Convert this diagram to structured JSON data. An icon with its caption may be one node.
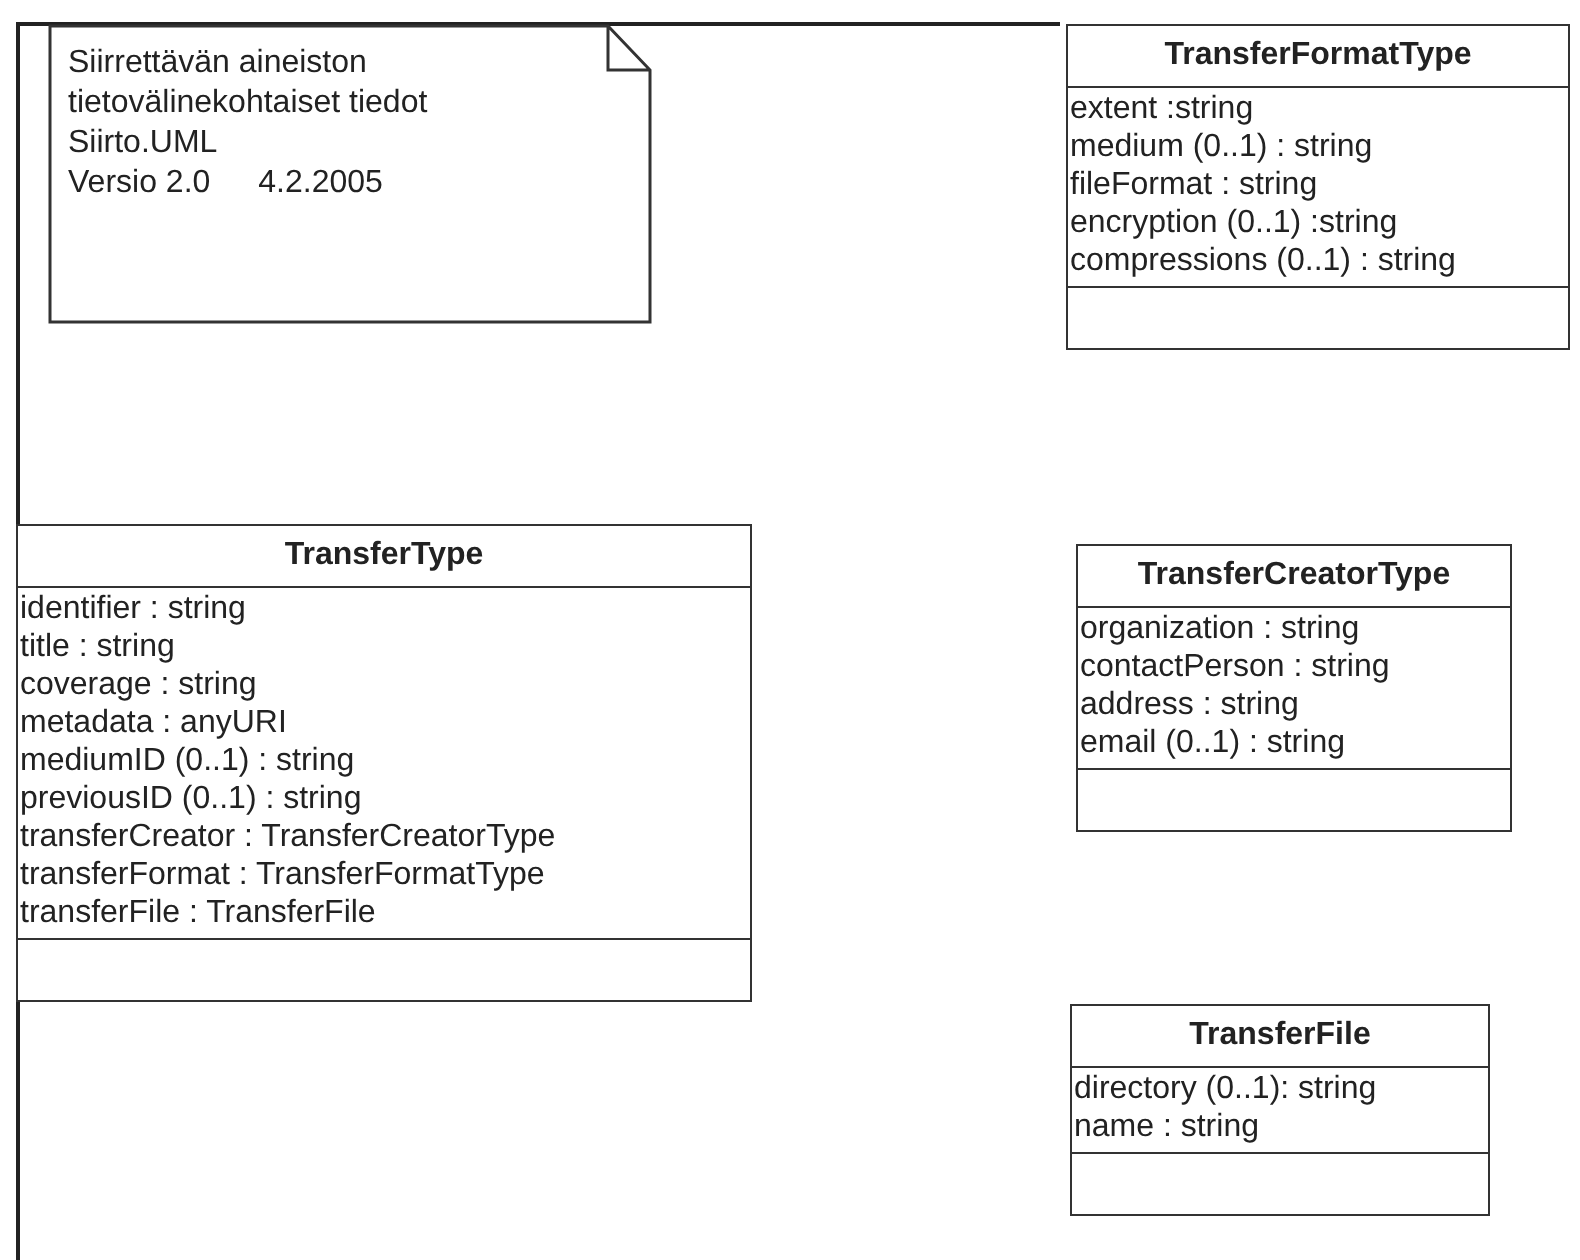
{
  "diagram": {
    "nodes": [
      {
        "text": [
          "Siirrettävän aineiston tietovälinekohtaiset tiedot",
          "Siirto.UML",
          "Versio 2.0",
          "4.2.2005"
        ]
      },
      {
        "text": [
          "TransferFormatType",
          "extent :string",
          "medium (0..1) : string",
          "fileFormat : string",
          "encryption (0..1) :string",
          "compressions (0..1) : string"
        ]
      },
      {
        "text": [
          "TransferType",
          "identifier : string",
          "title : string",
          "coverage : string",
          "metadata : anyURI",
          "mediumID (0..1) : string",
          "previousID (0..1) : string",
          "transferCreator : TransferCreatorType",
          "transferFormat : TransferFormatType",
          "transferFile : TransferFile"
        ]
      },
      {
        "text": [
          "TransferCreatorType",
          "organization : string",
          "contactPerson : string",
          "address : string",
          "email (0..1) : string"
        ]
      },
      {
        "text": [
          "TransferFile",
          "directory (0..1): string",
          "name : string"
        ]
      }
    ],
    "edges": []
  }
}
